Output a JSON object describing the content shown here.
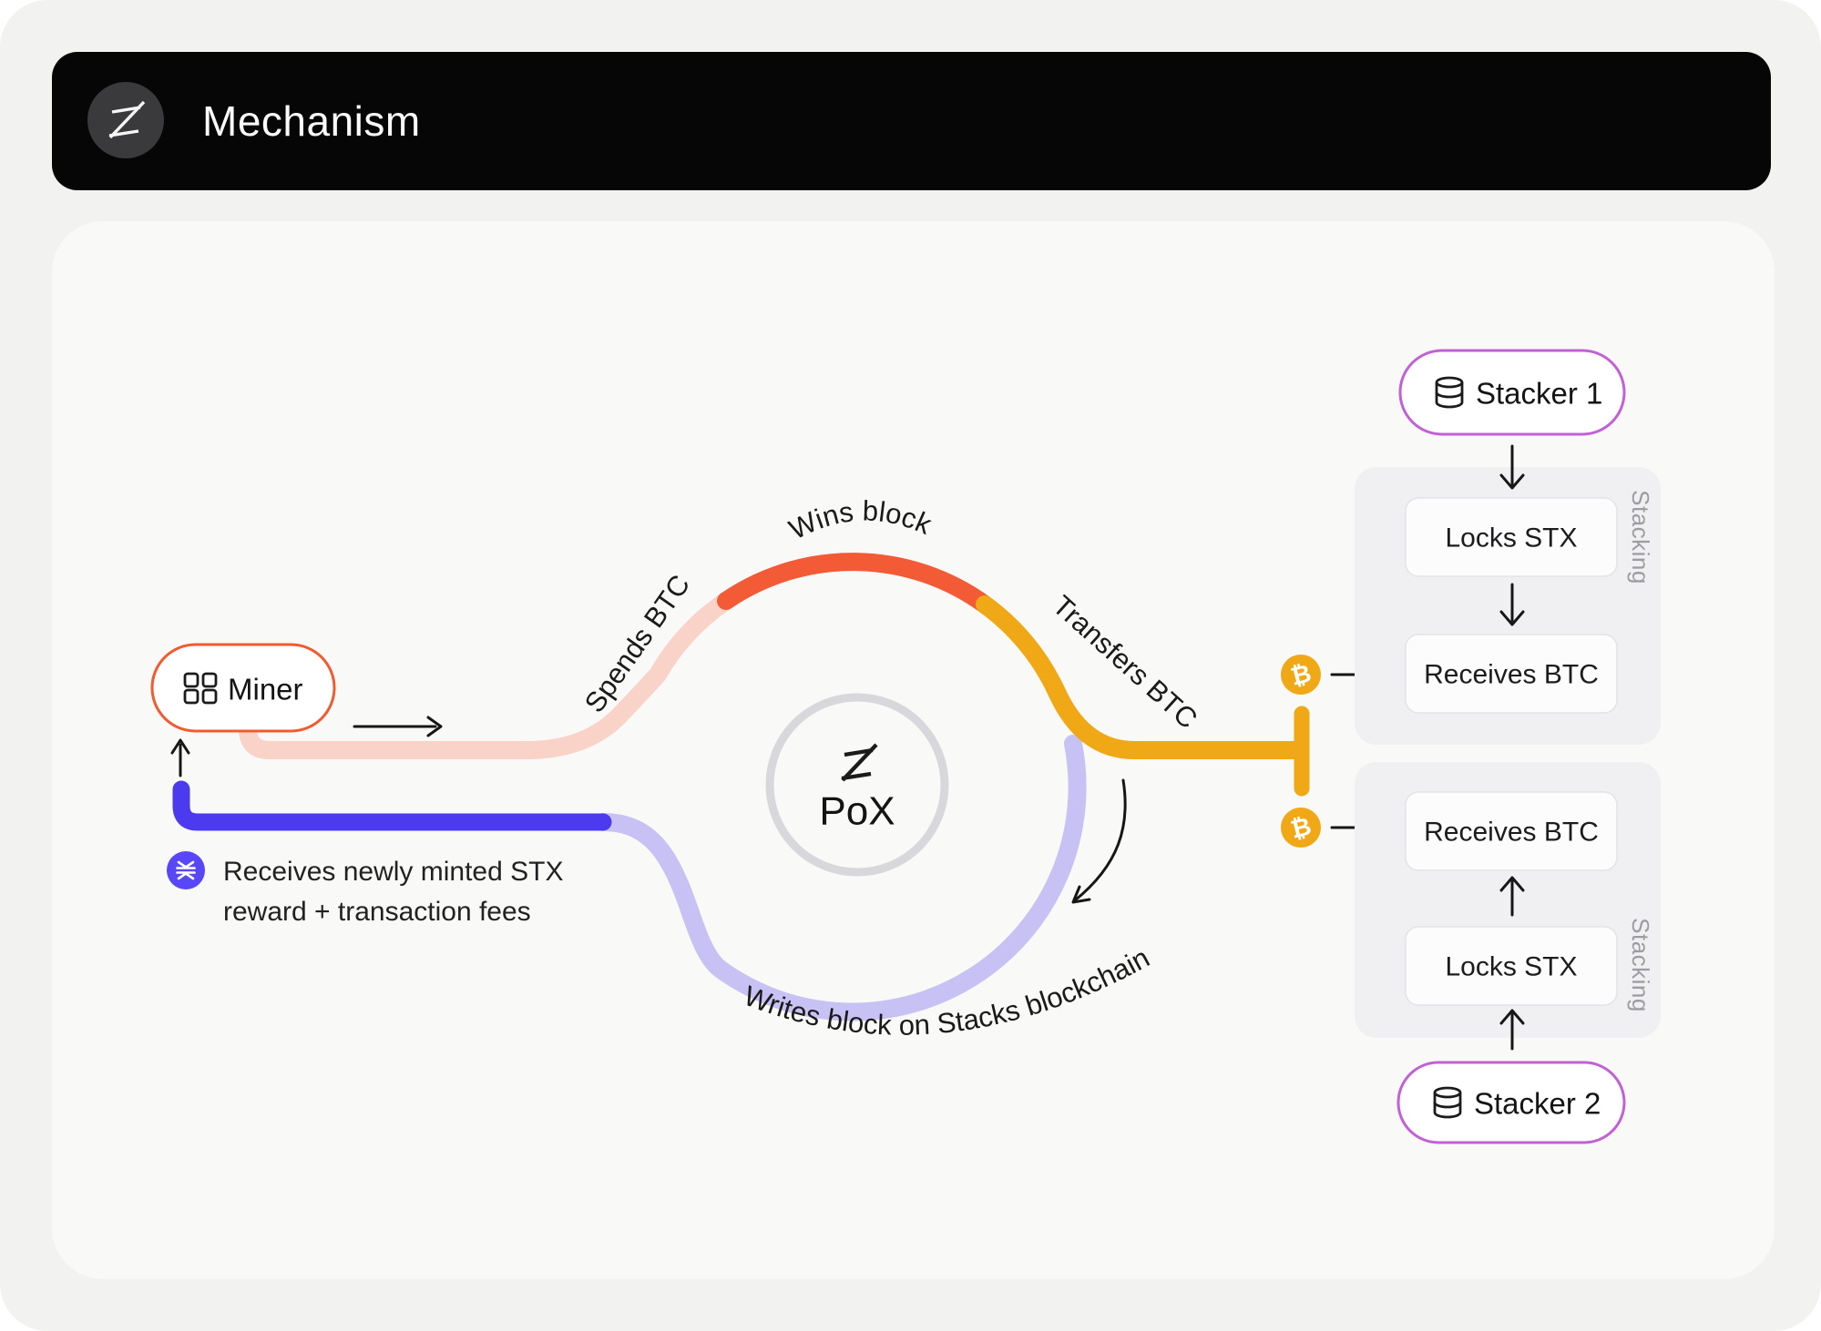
{
  "colors": {
    "page-bg": "#f2f2f1",
    "header-bg": "#060606",
    "logo-circle": "#3a3a3c",
    "card-bg": "#f9f9f8",
    "container-bg": "#f0f0f2",
    "box-bg": "#fcfcfd",
    "box-border": "#e3e3e7",
    "pink": "#f9d2c8",
    "orange": "#f25b35",
    "amber": "#f0a816",
    "lavender": "#c7c1f4",
    "indigo": "#4b3aee",
    "stx-circle": "#5747f6",
    "miner-border": "#f15b30",
    "stacker-border": "#c261d6",
    "ring-inner": "#d8d8dc",
    "ink": "#161616",
    "muted": "#9c9ca1"
  },
  "header": {
    "title": "Mechanism"
  },
  "diagram": {
    "center_label": "PoX",
    "labels": {
      "spends": "Spends BTC",
      "wins": "Wins block",
      "transfers": "Transfers BTC",
      "writes": "Writes block on Stacks blockchain"
    },
    "miner": {
      "label": "Miner"
    },
    "note": {
      "line1": "Receives newly minted STX",
      "line2": "reward + transaction fees"
    },
    "btc_symbol": "₿",
    "stacking_top": {
      "stacker_label": "Stacker 1",
      "step1": "Locks STX",
      "step2": "Receives BTC",
      "group_label": "Stacking"
    },
    "stacking_bottom": {
      "stacker_label": "Stacker 2",
      "step1": "Receives BTC",
      "step2": "Locks STX",
      "group_label": "Stacking"
    }
  }
}
